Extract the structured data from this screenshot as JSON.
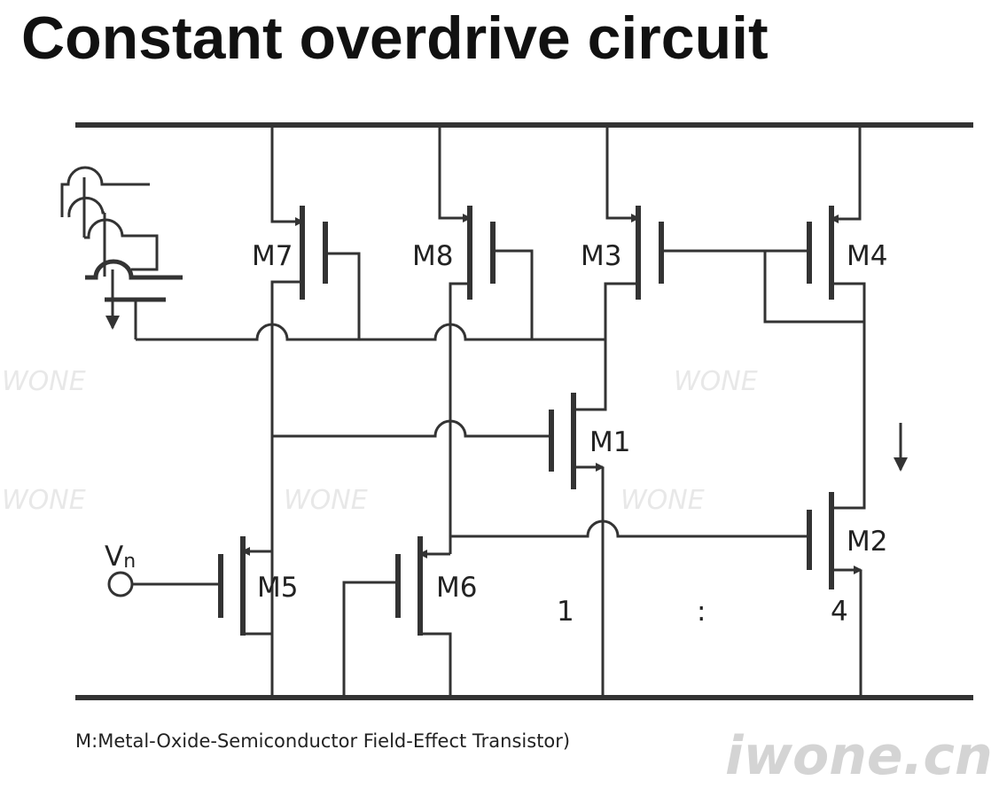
{
  "title": "Constant overdrive circuit",
  "transistors": [
    "M7",
    "M8",
    "M3",
    "M4",
    "M1",
    "M2",
    "M5",
    "M6"
  ],
  "input_label": {
    "main": "V",
    "sub": "n"
  },
  "ratio": {
    "left": "1",
    "sep": ":",
    "right": "4"
  },
  "footnote": "M:Metal-Oxide-Semiconductor Field-Effect Transistor)",
  "watermark": "WONE",
  "brand": "iwone.cn"
}
